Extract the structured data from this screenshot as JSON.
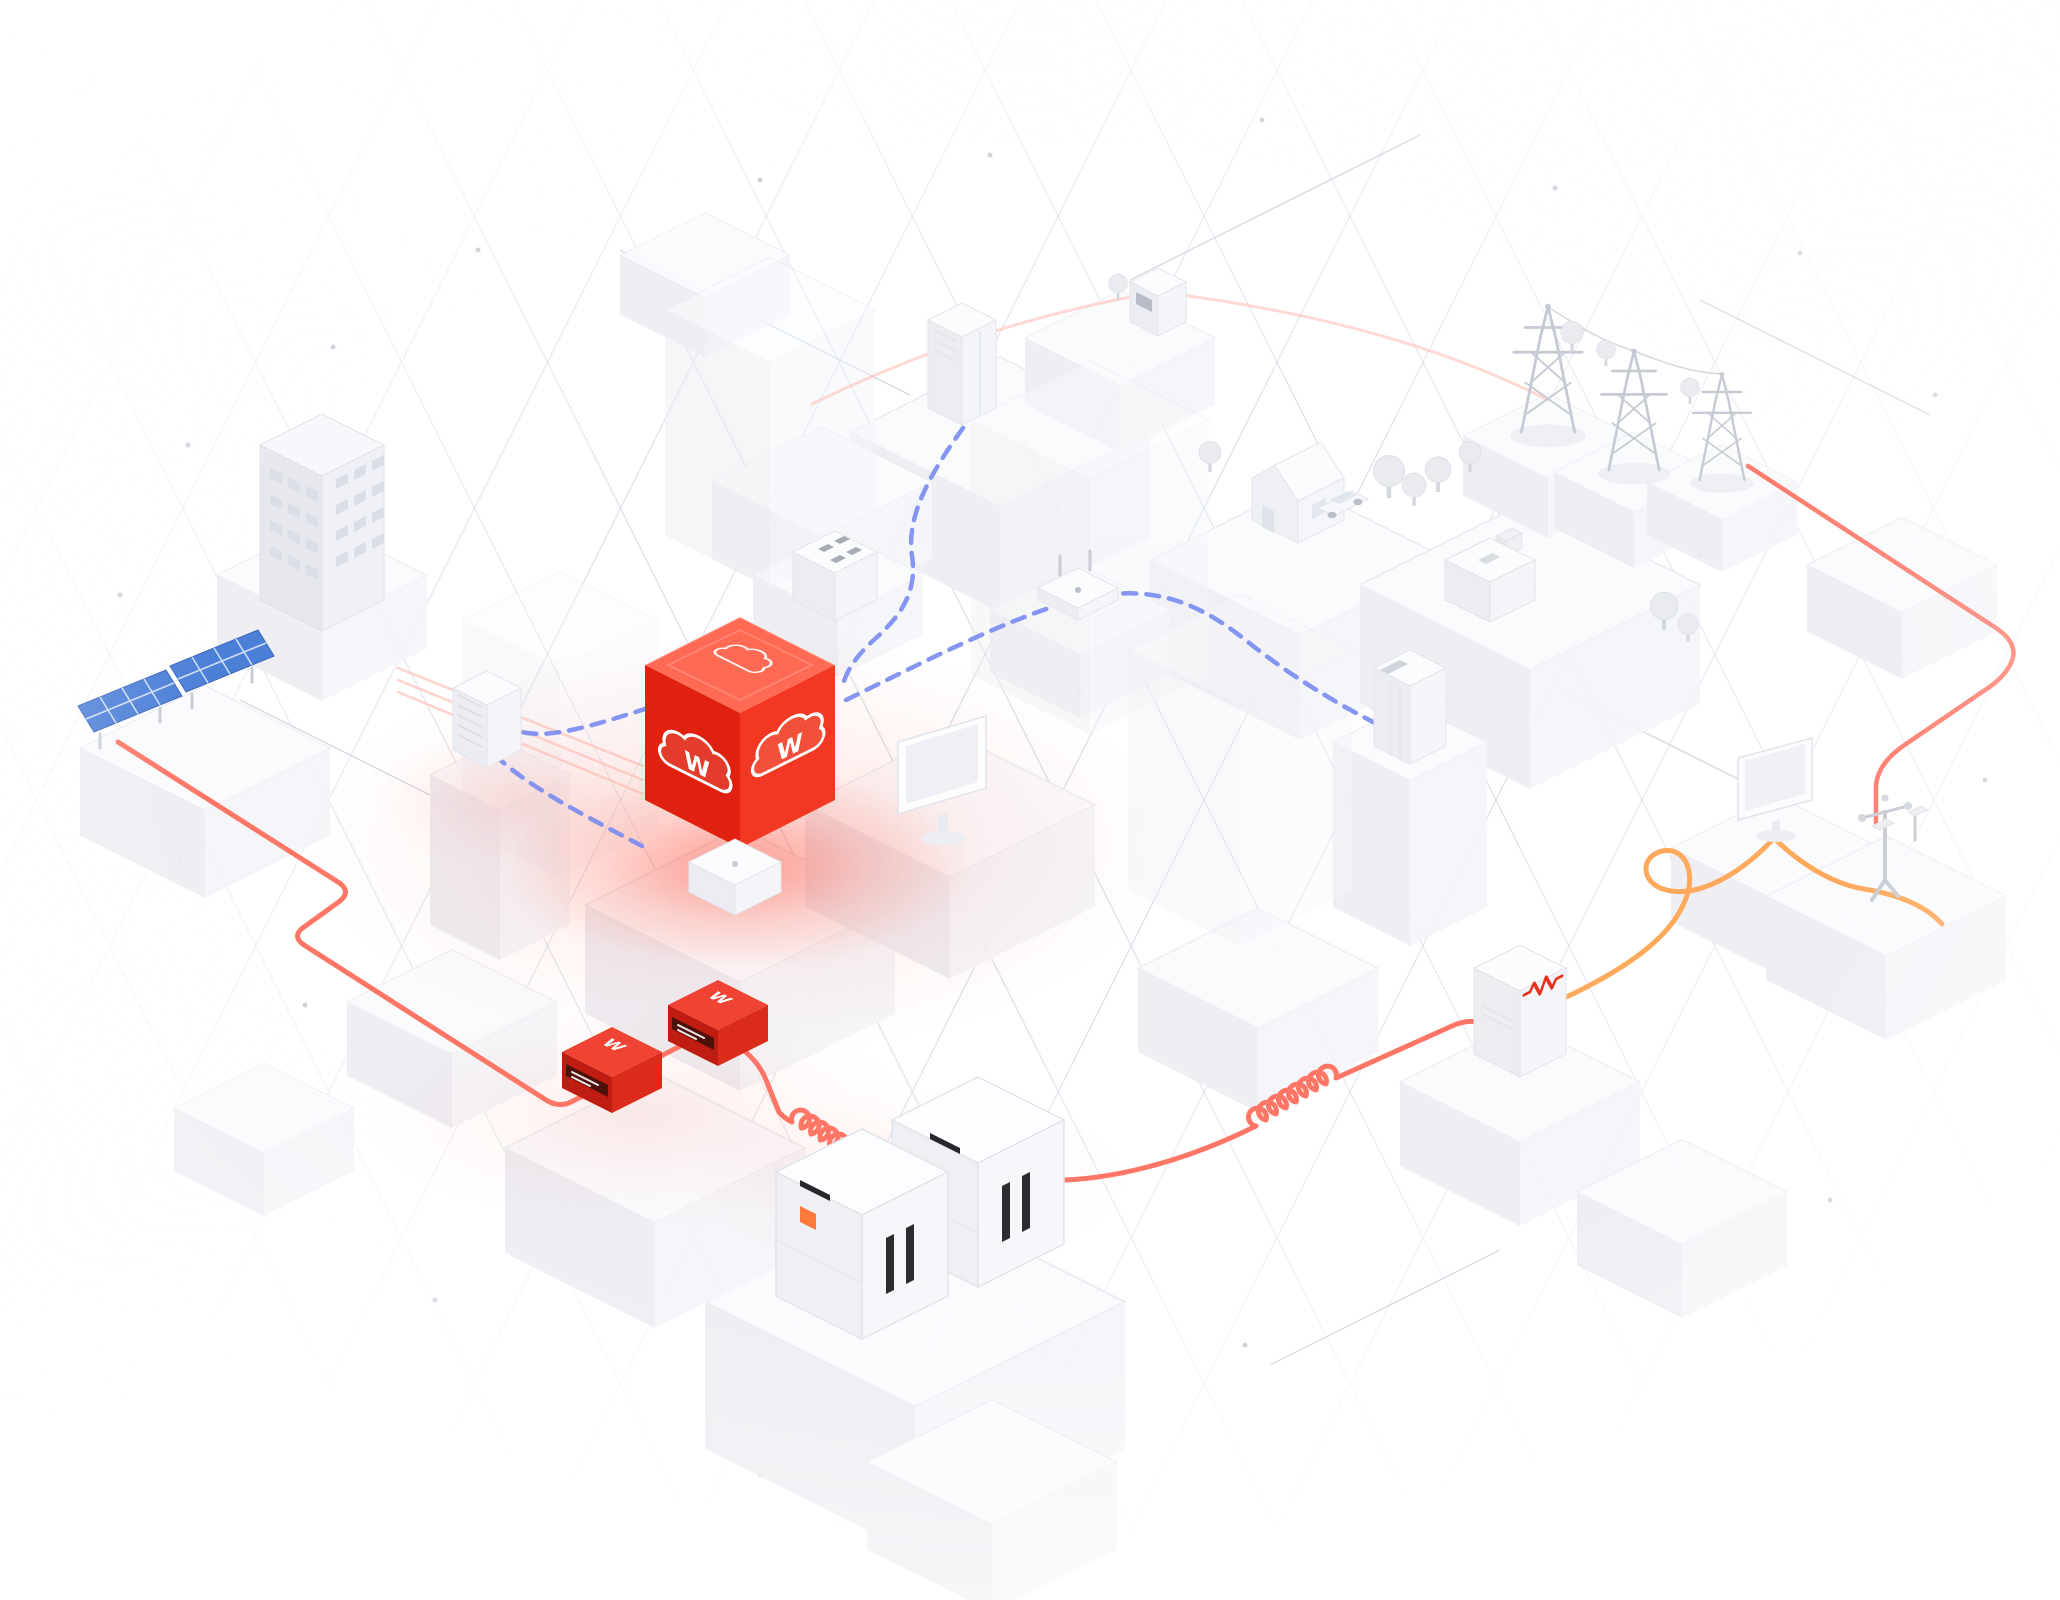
{
  "illustration": {
    "title": "Isometric energy ecosystem network diagram",
    "hub": {
      "logo_letter": "W"
    },
    "colors": {
      "background": "#ffffff",
      "grid": "#cdd3de",
      "power_line": "#ff6f5e",
      "power_line_faint": "#ffb5aa",
      "data_line": "#7b8cf0",
      "meter_line": "#ffa452",
      "glow": "#ff3a22",
      "hub_top": "#ff6a54",
      "hub_left": "#e0210f",
      "hub_right": "#f23822",
      "solar_panel": "#4c7fd8",
      "gateway_top": "#ef4434",
      "gateway_left": "#c01d12",
      "gateway_right": "#db2b1b",
      "gateway_band": "#4d100b",
      "battery_accent": "#ff7a3a",
      "vent_slot": "#26262b"
    },
    "nodes": [
      {
        "id": "office-building",
        "count": 1
      },
      {
        "id": "solar-panel-array",
        "count": 2
      },
      {
        "id": "cloud-platform-hub",
        "count": 1
      },
      {
        "id": "control-cabinet",
        "count": 1
      },
      {
        "id": "server-cabinet",
        "count": 1
      },
      {
        "id": "energy-meter",
        "count": 1
      },
      {
        "id": "smart-meter",
        "count": 1
      },
      {
        "id": "wifi-router",
        "count": 1
      },
      {
        "id": "house-with-ev",
        "count": 1
      },
      {
        "id": "transmission-tower",
        "count": 3
      },
      {
        "id": "industrial-machine",
        "count": 1
      },
      {
        "id": "battery-cabinet",
        "count": 1
      },
      {
        "id": "desktop-monitor",
        "count": 1
      },
      {
        "id": "display-screen",
        "count": 1
      },
      {
        "id": "weather-station",
        "count": 1
      },
      {
        "id": "inverter-unit",
        "count": 1
      },
      {
        "id": "gateway-device",
        "count": 2
      },
      {
        "id": "battery-storage-unit",
        "count": 2
      }
    ],
    "connections": [
      {
        "id": "power-line-red",
        "style": "solid",
        "color": "#ff6f5e",
        "route": "solar-array to gateways to battery-storage to inverter"
      },
      {
        "id": "grid-feed-line",
        "style": "solid",
        "color": "#ff6f5e",
        "route": "transmission-towers to metering area"
      },
      {
        "id": "data-line-blue",
        "style": "dashed",
        "color": "#7b8cf0",
        "route": "cloud-hub to devices"
      },
      {
        "id": "metering-line-orange",
        "style": "solid",
        "color": "#ffa452",
        "route": "inverter to display and weather-station"
      }
    ]
  }
}
